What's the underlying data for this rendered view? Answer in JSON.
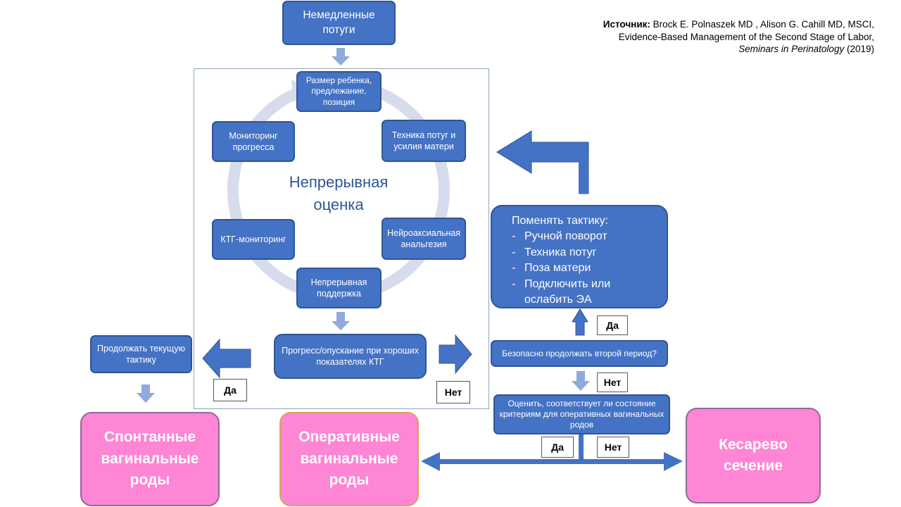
{
  "source": {
    "label": "Источник:",
    "authors": "Brock E. Polnaszek MD , Alison G. Cahill MD, MSCI,",
    "title": "Evidence-Based Management of the Second Stage of Labor,",
    "journal": "Seminars in Perinatology",
    "year": "(2019)"
  },
  "nodes": {
    "immediate_pushing": "Немедленные потуги",
    "cycle_center": "Непрерывная оценка",
    "fetal_size": "Размер ребенка, предлежание, позиция",
    "pushing_technique": "Техника потуг и усилия матери",
    "neuraxial": "Нейроаксиальная анальгезия",
    "continuous_support": "Непрерывная поддержка",
    "ctg_monitoring": "КТГ-мониторинг",
    "progress_monitoring": "Мониторинг прогресса",
    "progress_descent": "Прогресс/опускание при хороших показателях КТГ",
    "continue_tactic": "Продолжать текущую тактику",
    "change_tactic_title": "Поменять тактику:",
    "change_tactic_items": [
      "Ручной поворот",
      "Техника потуг",
      "Поза матери",
      "Подключить или ослабить ЭА"
    ],
    "safe_continue": "Безопасно продолжать второй период?",
    "assess_criteria": "Оценить, соответствует ли состояние критериям для оперативных вагинальных родов",
    "spontaneous_vaginal": "Спонтанные вагинальные роды",
    "operative_vaginal": "Оперативные вагинальные роды",
    "cesarean": "Кесарево сечение"
  },
  "labels": {
    "yes_progress": "Да",
    "no_progress": "Нет",
    "yes_safe": "Да",
    "no_safe": "Нет",
    "yes_criteria": "Да",
    "no_criteria": "Нет"
  },
  "colors": {
    "box_blue": "#4472c4",
    "box_border": "#2f5597",
    "pink": "#ff85d5",
    "arrow_light": "#8faadc",
    "cycle_ring": "#d6dcec"
  }
}
